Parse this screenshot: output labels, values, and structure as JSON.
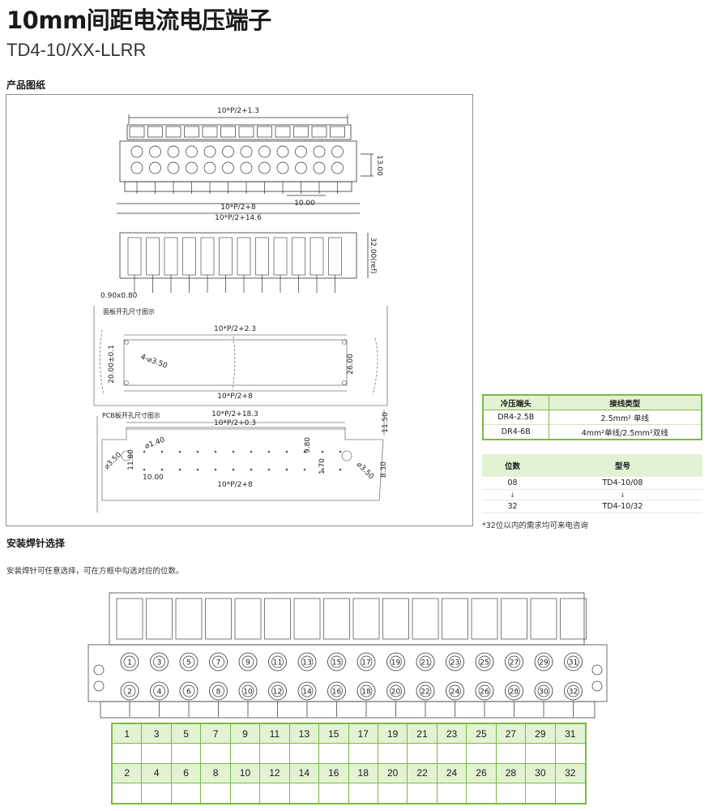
{
  "header": {
    "title": "10mm间距电流电压端子",
    "model_code": "TD4-10/XX-LLRR"
  },
  "drawing_section": {
    "title": "产品图纸",
    "dimensions": {
      "top_total": "10*P/2+1.3",
      "height_13": "13.00",
      "pitch": "10.00",
      "base_8": "10*P/2+8",
      "overall_146": "10*P/2+14.6",
      "side_32": "32.00(ref)",
      "pin_size": "0.90x0.80",
      "panel_width": "10*P/2+2.3",
      "panel_hole": "4-⌀3.50",
      "panel_height": "20.00±0.1",
      "panel_26": "26.00",
      "panel_bottom": "10*P/2+8",
      "pcb_183": "10*P/2+18.3",
      "pcb_03": "10*P/2+0.3",
      "pcb_1150": "11.50",
      "pcb_pin_dia": "⌀1.40",
      "pcb_980": "9.80",
      "pcb_1180": "11.80",
      "pcb_350_left": "⌀3.50",
      "pcb_170": "1.70",
      "pcb_830": "8.30",
      "pcb_350_right": "⌀3.50",
      "pcb_1000": "10.00",
      "pcb_bottom": "10*P/2+8"
    },
    "panel_label": "面板开孔尺寸图示",
    "pcb_label": "PCB板开孔尺寸图示"
  },
  "crimp_table": {
    "headers": [
      "冷压端头",
      "接线类型"
    ],
    "rows": [
      [
        "DR4-2.5B",
        "2.5mm² 单线"
      ],
      [
        "DR4-6B",
        "4mm²单线/2.5mm²双线"
      ]
    ]
  },
  "position_table": {
    "headers": [
      "位数",
      "型号"
    ],
    "rows": [
      [
        "08",
        "TD4-10/08"
      ],
      [
        "↓",
        "↓"
      ],
      [
        "32",
        "TD4-10/32"
      ]
    ],
    "footnote": "*32位以内的需求均可来电咨询"
  },
  "pin_section": {
    "title": "安装焊针选择",
    "description": "安装焊针可任意选择，可在方框中勾选对应的位数。",
    "odd_pins": [
      "1",
      "3",
      "5",
      "7",
      "9",
      "11",
      "13",
      "15",
      "17",
      "19",
      "21",
      "23",
      "25",
      "27",
      "29",
      "31"
    ],
    "even_pins": [
      "2",
      "4",
      "6",
      "8",
      "10",
      "12",
      "14",
      "16",
      "18",
      "20",
      "22",
      "24",
      "26",
      "28",
      "30",
      "32"
    ]
  },
  "colors": {
    "accent_green": "#79bb44",
    "light_green": "#e3f2d3"
  }
}
